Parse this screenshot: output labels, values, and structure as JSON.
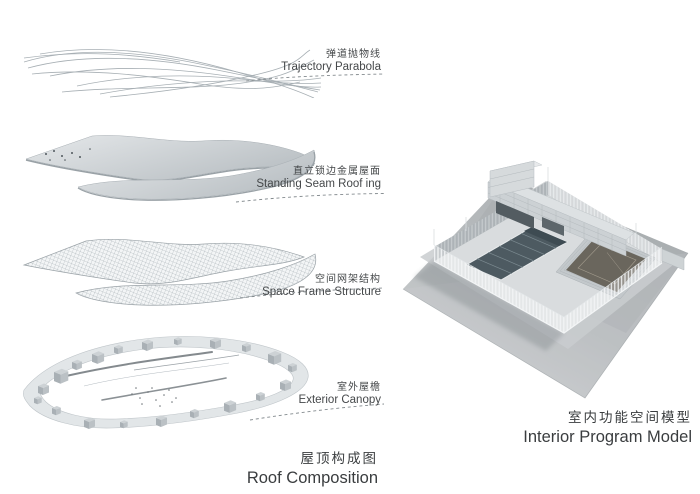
{
  "board": {
    "title_semantic": "Roof composition exploded axonometric and interior program model"
  },
  "left_panel": {
    "labels": [
      {
        "id": "trajectory-parabola",
        "zh": "弹道抛物线",
        "en": "Trajectory Parabola"
      },
      {
        "id": "standing-seam-roofing",
        "zh": "直立锁边金属屋面",
        "en": "Standing Seam Roof ing"
      },
      {
        "id": "space-frame-structure",
        "zh": "空间网架结构",
        "en": "Space Frame Structure"
      },
      {
        "id": "exterior-canopy",
        "zh": "室外屋檐",
        "en": "Exterior Canopy"
      }
    ],
    "caption": {
      "zh": "屋顶构成图",
      "en": "Roof Composition"
    }
  },
  "right_panel": {
    "caption": {
      "zh": "室内功能空间模型",
      "en": "Interior Program Model"
    }
  },
  "colors": {
    "background": "#ffffff",
    "text": "#3f4244",
    "leader_dash": "#82898d",
    "line_art": "#a3abb0",
    "roof_plate": "#c9ced2",
    "mesh_line": "#96a0a6",
    "canopy_band": "#e2e6e8",
    "ground_plane": "#b3b7ba",
    "pool_water": "#4d5a61",
    "arena_floor": "#6a665d"
  }
}
